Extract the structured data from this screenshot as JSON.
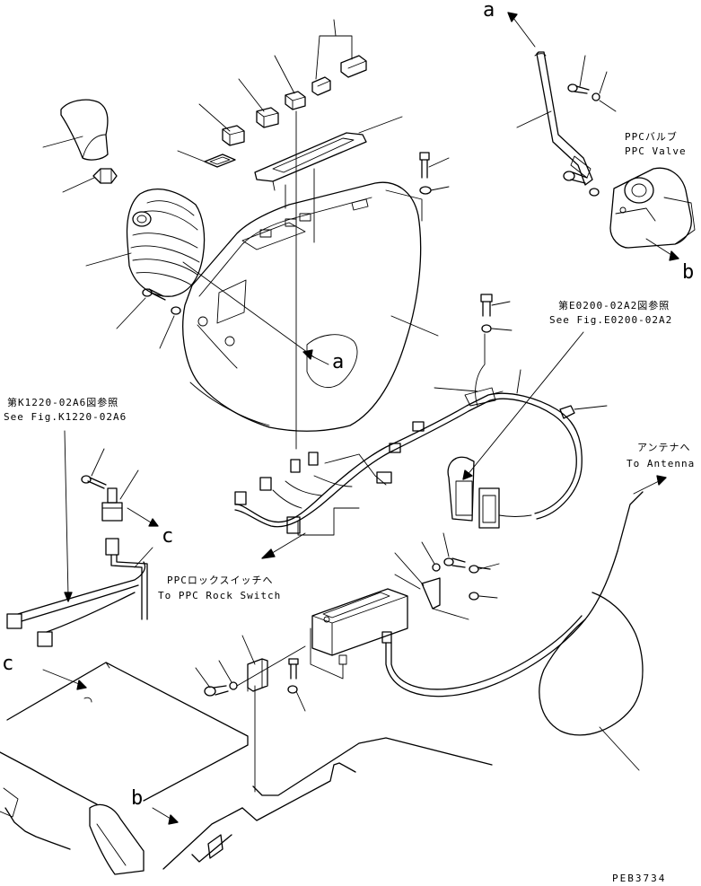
{
  "callouts": {
    "a_top": "a",
    "a_mid": "a",
    "b_right": "b",
    "b_bottom": "b",
    "c_mid": "c",
    "c_left": "c"
  },
  "notes": {
    "ppc_valve_jp": "PPCバルブ",
    "ppc_valve_en": "PPC Valve",
    "see_e0200_jp": "第E0200-02A2図参照",
    "see_e0200_en": "See Fig.E0200-02A2",
    "see_k1220_jp": "第K1220-02A6図参照",
    "see_k1220_en": "See Fig.K1220-02A6",
    "antenna_jp": "アンテナへ",
    "antenna_en": "To Antenna",
    "ppc_lock_jp": "PPCロックスイッチへ",
    "ppc_lock_en": "To PPC Rock Switch"
  },
  "drawing_code": "PEB3734"
}
